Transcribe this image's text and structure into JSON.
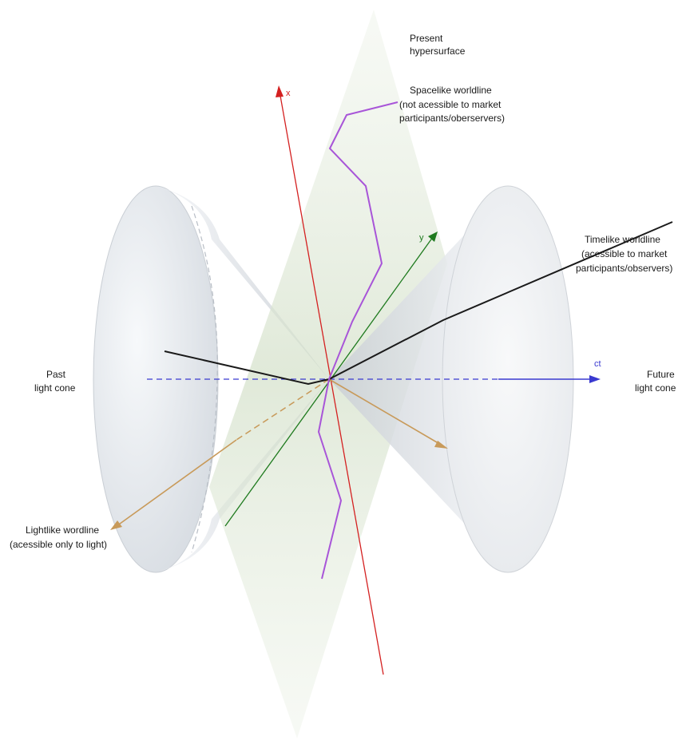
{
  "labels": {
    "present_l1": "Present",
    "present_l2": "hypersurface",
    "spacelike_l1": "Spacelike worldline",
    "spacelike_l2": "(not acessible to market",
    "spacelike_l3": "participants/oberservers)",
    "timelike_l1": "Timelike worldline",
    "timelike_l2": "(acessible to market",
    "timelike_l3": "participants/observers)",
    "past_l1": "Past",
    "past_l2": "light cone",
    "future_l1": "Future",
    "future_l2": "light cone",
    "lightlike_l1": "Lightlike wordline",
    "lightlike_l2": "(acessible only to light)"
  },
  "axes": {
    "x": "x",
    "y": "y",
    "ct": "ct"
  },
  "colors": {
    "x_axis": "#d42020",
    "y_axis": "#1e7a1e",
    "ct_axis": "#3a3ad0",
    "spacelike": "#a855d8",
    "timelike": "#1a1a1a",
    "lightlike": "#c89a5a",
    "hypersurface": "#dfe8d6",
    "cone": "#dde1e6"
  }
}
